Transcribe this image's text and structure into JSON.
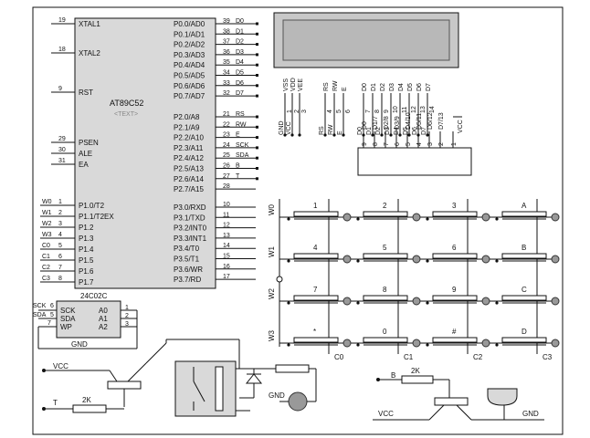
{
  "mcu": {
    "name": "AT89C52",
    "sub": "<TEXT>",
    "left_pins": [
      {
        "num": "19",
        "label": "XTAL1"
      },
      {
        "num": "18",
        "label": "XTAL2"
      },
      {
        "num": "9",
        "label": "RST"
      },
      {
        "num": "29",
        "label": "PSEN"
      },
      {
        "num": "30",
        "label": "ALE"
      },
      {
        "num": "31",
        "label": "EA"
      },
      {
        "num": "1",
        "label": "P1.0/T2",
        "net": "W0"
      },
      {
        "num": "2",
        "label": "P1.1/T2EX",
        "net": "W1"
      },
      {
        "num": "3",
        "label": "P1.2",
        "net": "W2"
      },
      {
        "num": "4",
        "label": "P1.3",
        "net": "W3"
      },
      {
        "num": "5",
        "label": "P1.4",
        "net": "C0"
      },
      {
        "num": "6",
        "label": "P1.5",
        "net": "C1"
      },
      {
        "num": "7",
        "label": "P1.6",
        "net": "C2"
      },
      {
        "num": "8",
        "label": "P1.7",
        "net": "C3"
      }
    ],
    "right_pins": [
      {
        "num": "39",
        "label": "P0.0/AD0",
        "net": "D0"
      },
      {
        "num": "38",
        "label": "P0.1/AD1",
        "net": "D1"
      },
      {
        "num": "37",
        "label": "P0.2/AD2",
        "net": "D2"
      },
      {
        "num": "36",
        "label": "P0.3/AD3",
        "net": "D3"
      },
      {
        "num": "35",
        "label": "P0.4/AD4",
        "net": "D4"
      },
      {
        "num": "34",
        "label": "P0.5/AD5",
        "net": "D5"
      },
      {
        "num": "33",
        "label": "P0.6/AD6",
        "net": "D6"
      },
      {
        "num": "32",
        "label": "P0.7/AD7",
        "net": "D7"
      },
      {
        "num": "21",
        "label": "P2.0/A8",
        "net": "RS"
      },
      {
        "num": "22",
        "label": "P2.1/A9",
        "net": "RW"
      },
      {
        "num": "23",
        "label": "P2.2/A10",
        "net": "E"
      },
      {
        "num": "24",
        "label": "P2.3/A11",
        "net": "SCK"
      },
      {
        "num": "25",
        "label": "P2.4/A12",
        "net": "SDA"
      },
      {
        "num": "26",
        "label": "P2.5/A13",
        "net": "B"
      },
      {
        "num": "27",
        "label": "P2.6/A14",
        "net": "T"
      },
      {
        "num": "28",
        "label": "P2.7/A15",
        "net": ""
      },
      {
        "num": "10",
        "label": "P3.0/RXD"
      },
      {
        "num": "11",
        "label": "P3.1/TXD"
      },
      {
        "num": "12",
        "label": "P3.2/INT0"
      },
      {
        "num": "13",
        "label": "P3.3/INT1"
      },
      {
        "num": "14",
        "label": "P3.4/T0"
      },
      {
        "num": "15",
        "label": "P3.5/T1"
      },
      {
        "num": "16",
        "label": "P3.6/WR"
      },
      {
        "num": "17",
        "label": "P3.7/RD"
      }
    ]
  },
  "eeprom": {
    "name": "24C02C",
    "gnd": "GND",
    "pins": [
      {
        "label": "SCK",
        "pin": "A0",
        "num": "1"
      },
      {
        "label": "SDA",
        "pin": "A1",
        "num": "2"
      },
      {
        "label": "WP",
        "pin": "A2",
        "num": "3"
      }
    ],
    "net_sck": "SCK",
    "net_sda": "SDA",
    "wp_num": "7",
    "sck_num": "6",
    "sda_num": "5"
  },
  "lcd": {
    "top_labels": [
      "VSS",
      "VDD",
      "VEE",
      "RS",
      "RW",
      "E",
      "D0",
      "D1",
      "D2",
      "D3",
      "D4",
      "D5",
      "D6",
      "D7"
    ],
    "pin_labels": [
      "GND",
      "VCC",
      "",
      "RS",
      "RW",
      "E",
      "D0",
      "D1",
      "D2",
      "D3",
      "D4",
      "D5",
      "D6",
      "D7"
    ],
    "pin_nums": [
      "1",
      "2",
      "3",
      "4",
      "5",
      "6",
      "7",
      "8",
      "9",
      "10",
      "11",
      "12",
      "13",
      "14"
    ]
  },
  "header": {
    "pin_nums": [
      "9",
      "8",
      "7",
      "6",
      "5",
      "4",
      "3",
      "2",
      "1"
    ],
    "net_labels": [
      "D0",
      "D1",
      "D2",
      "D3",
      "D4",
      "D5",
      "D6",
      "D7",
      ""
    ],
    "suffix_labels": [
      "",
      "7",
      "8",
      "9",
      "10",
      "11",
      "12",
      "13",
      "14"
    ],
    "vcc": "VCC"
  },
  "keypad": {
    "rows": [
      "W0",
      "W1",
      "W2",
      "W3"
    ],
    "cols": [
      "C0",
      "C1",
      "C2",
      "C3"
    ],
    "keys": [
      "1",
      "2",
      "3",
      "A",
      "4",
      "5",
      "6",
      "B",
      "7",
      "8",
      "9",
      "C",
      "*",
      "0",
      "#",
      "D"
    ]
  },
  "relay": {
    "vcc": "VCC",
    "t": "T",
    "r1": "2K",
    "gnd": "GND"
  },
  "buzzer": {
    "b": "B",
    "r": "2K",
    "vcc": "VCC",
    "gnd": "GND"
  }
}
